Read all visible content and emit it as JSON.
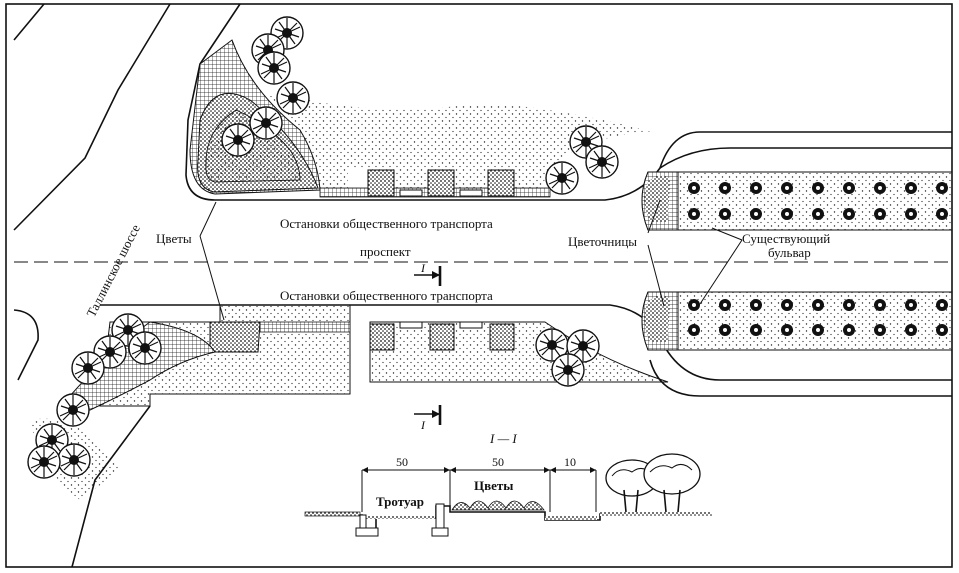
{
  "labels": {
    "street_vertical": "Таллинское шоссе",
    "stops_top": "Остановки общественного транспорта",
    "stops_bottom": "Остановки общественного транспорта",
    "prospect": "проспект",
    "flowers": "Цветы",
    "flowerbeds": "Цветочницы",
    "boulevard_line1": "Существующий",
    "boulevard_line2": "бульвар",
    "section_mark_top": "I",
    "section_mark_bottom": "I",
    "section_title": "I — I"
  },
  "section": {
    "dim_1": "50",
    "dim_2": "50",
    "dim_3": "10",
    "flowers_label": "Цветы",
    "sidewalk_label": "Тротуар"
  },
  "colors": {
    "ink": "#111111",
    "paper": "#ffffff"
  }
}
